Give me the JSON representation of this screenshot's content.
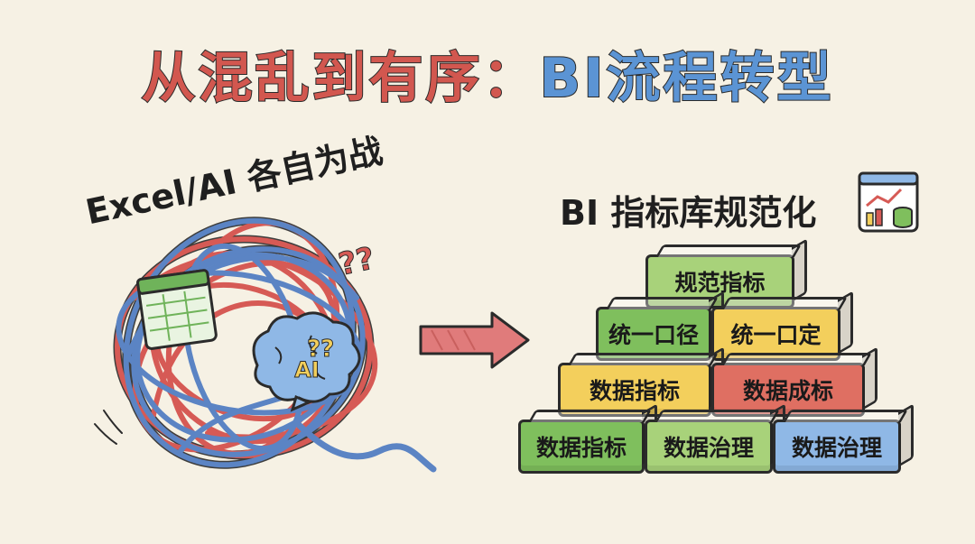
{
  "title": {
    "part1": "从混乱到有序：",
    "part2": "BI流程转型"
  },
  "left": {
    "label": "Excel/AI 各自为战",
    "question_marks": "??",
    "ai_text": "AI",
    "ai_question_marks": "??"
  },
  "right": {
    "label": "BI 指标库规范化",
    "blocks": {
      "top": "规范指标",
      "row2_left": "统一口径",
      "row2_right": "统一口定",
      "row3_left": "数据指标",
      "row3_right": "数据成标",
      "row4_1": "数据指标",
      "row4_2": "数据治理",
      "row4_3": "数据治理"
    }
  },
  "colors": {
    "title_red": "#d2574f",
    "title_blue": "#5b94d4",
    "yarn_red": "#d65a55",
    "yarn_blue": "#5b84c4",
    "arrow": "#e07b7b"
  },
  "icons": [
    "spreadsheet-icon",
    "brain-icon",
    "arrow-right-icon",
    "dashboard-icon"
  ]
}
